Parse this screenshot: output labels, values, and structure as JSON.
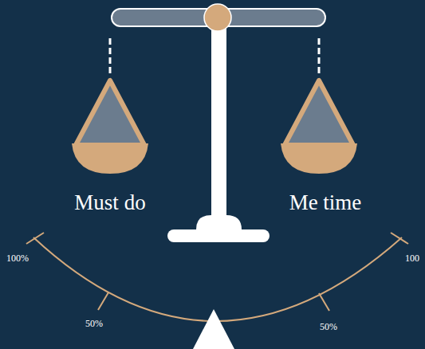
{
  "diagram": {
    "labels": [
      "Must do",
      "Me time",
      "100%",
      "50%",
      "50%",
      "100"
    ]
  }
}
